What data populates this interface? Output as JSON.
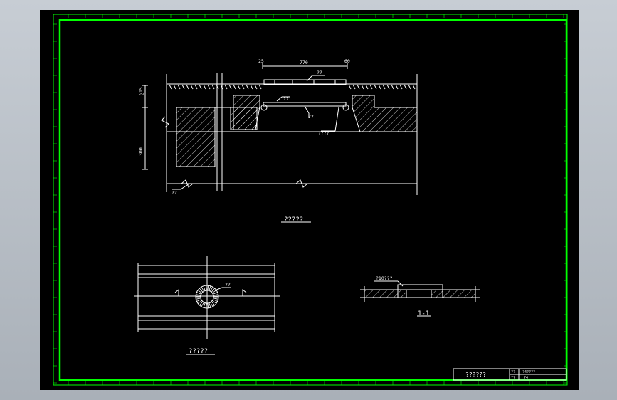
{
  "colors": {
    "background": "#000000",
    "frame": "#00ff00",
    "lines": "#ffffff",
    "viewport": "#b5bcc4"
  },
  "drawing": {
    "section": {
      "dim_left_end": "25",
      "dim_span": "770",
      "dim_right_end": "60",
      "dim_height_top": "∑15",
      "dim_height_bottom": "300",
      "label_top_plate": "??",
      "label_mid_plate": "??",
      "label_bottom_plate": "??",
      "label_bolt": "????",
      "label_ground": "??",
      "title": "?????"
    },
    "plan": {
      "label_ring": "??",
      "title": "?????"
    },
    "detail": {
      "label": "?10???",
      "title": "1-1"
    },
    "title_block": {
      "name": "??????",
      "cell_a": "??",
      "cell_b": "?4????",
      "cell_c": "??",
      "cell_d": "?4"
    }
  }
}
